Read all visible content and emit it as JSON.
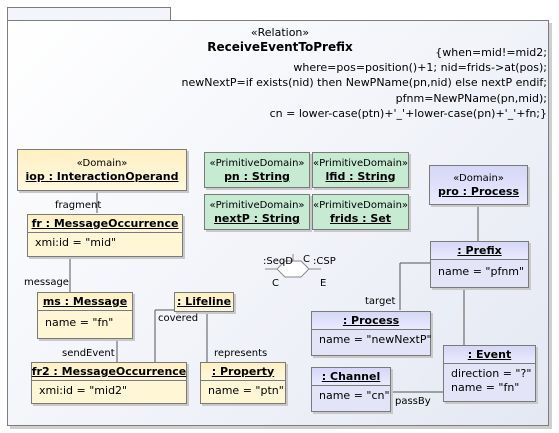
{
  "relation": {
    "stereotype": "«Relation»",
    "name": "ReceiveEventToPrefix",
    "constraint_lines": [
      "{when=mid!=mid2;",
      "where=pos=position()+1; nid=frids->at(pos);",
      "newNextP=if exists(nid) then NewPName(pn,nid) else nextP endif;",
      "pfnm=NewPName(pn,mid);",
      "cn = lower-case(ptn)+'_'+lower-case(pn)+'_'+fn;}"
    ]
  },
  "domains": {
    "iop": {
      "stereotype": "«Domain»",
      "name": "iop : InteractionOperand"
    },
    "pro": {
      "stereotype": "«Domain»",
      "name": "pro : Process"
    }
  },
  "primitive_domains": [
    {
      "stereotype": "«PrimitiveDomain»",
      "name": "pn : String"
    },
    {
      "stereotype": "«PrimitiveDomain»",
      "name": "lfid : String"
    },
    {
      "stereotype": "«PrimitiveDomain»",
      "name": "nextP : String"
    },
    {
      "stereotype": "«PrimitiveDomain»",
      "name": "frids : Set"
    }
  ],
  "objects": {
    "fr": {
      "name": "fr : MessageOccurrence",
      "slot": "xmi:id = \"mid\""
    },
    "ms": {
      "name": "ms : Message",
      "slot": "name = \"fn\""
    },
    "lifeline": {
      "name": ": Lifeline"
    },
    "fr2": {
      "name": "fr2 : MessageOccurrence",
      "slot": "xmi:id = \"mid2\""
    },
    "property": {
      "name": ": Property",
      "slot": "name = \"ptn\""
    },
    "prefix": {
      "name": ": Prefix",
      "slot": "name = \"pfnm\""
    },
    "process": {
      "name": ": Process",
      "slot": "name = \"newNextP\""
    },
    "event": {
      "name": ": Event",
      "slots": [
        "direction = \"?\"",
        "name = \"fn\""
      ]
    },
    "channel": {
      "name": ": Channel",
      "slot": "name = \"cn\""
    }
  },
  "link_labels": {
    "fragment": "fragment",
    "message": "message",
    "covered": "covered",
    "sendEvent": "sendEvent",
    "represents": "represents",
    "target": "target",
    "passBy": "passBy"
  },
  "transformation": {
    "seqd": ":SeqD",
    "csp": ":CSP",
    "c_top": "C",
    "c_bottom": "C",
    "e_bottom": "E"
  },
  "colors": {
    "domain_fill": "#fff6d6",
    "primitive_fill": "#c6ead2",
    "target_fill": "#e4e4f8",
    "border": "#7a7a7a"
  }
}
